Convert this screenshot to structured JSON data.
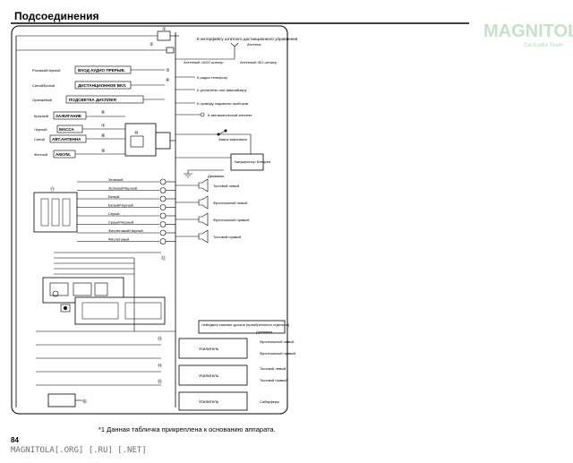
{
  "header": {
    "title": "Подсоединения"
  },
  "watermark": {
    "brand": "MAGNITOLA",
    "sub": "CarAudio Team",
    "url": "MAGNITOLA[.ORG] [.RU] [.NET]"
  },
  "top_labels": {
    "steering": "К интерфейсу штатного дистанционного управления",
    "antenna": "Антенна",
    "antenna_jaso": "Антенный JASO штекер",
    "antenna_iso": "Антенный ISO штекер",
    "radio_phone": "К радио телефону",
    "amp_equalizer": "К усилителю или эквалайзеру",
    "dimmer_wire": "К проводу подсветки приборов",
    "auto_antenna": "К автоматической антенне",
    "ignition_key": "Замок зажигания",
    "battery": "Аккумулятор Батарея",
    "speakers": "Динамики"
  },
  "wires": [
    {
      "color_text": "Розовый/Черный",
      "box": "ВХОД АУДИО ПРЕРЫВ."
    },
    {
      "color_text": "Синий/Белый",
      "box": "ДИСТАНЦИОННОЕ ВКЛ."
    },
    {
      "color_text": "Оранжевый",
      "box": "ПОДСВЕТКА ДИСПЛЕЯ"
    },
    {
      "color_text": "Красный",
      "box": "ЗАЖИГАНИЕ"
    },
    {
      "color_text": "Черный",
      "box": "МАССА"
    },
    {
      "color_text": "Синий",
      "box": "АВТ.АНТЕННА"
    },
    {
      "color_text": "Желтый",
      "box": "АККУМ."
    }
  ],
  "speaker_wires": [
    "Зеленый",
    "Зеленый/Черный",
    "Белый",
    "Белый/Черный",
    "Серый",
    "Серый/Черный",
    "Фиолетовый/Черный",
    "Фиолетовый"
  ],
  "speaker_labels": [
    "Тыловой левый",
    "Фронтальный левый",
    "Фронтальный правый",
    "Тыловой правый"
  ],
  "changer": {
    "label": "Чейнджер компакт-дисков (приобретается отдельно)"
  },
  "right_speakers": [
    "Динамики",
    "Фронтальный левый",
    "Фронтальный правый",
    "Тыловой левый",
    "Тыловой правый",
    "Сабвуферы"
  ],
  "amplifiers": [
    "Усилитель",
    "Усилитель",
    "Усилитель"
  ],
  "footnote": "*1 Данная табличка прикреплена к основанию аппарата.",
  "page_number": "84"
}
